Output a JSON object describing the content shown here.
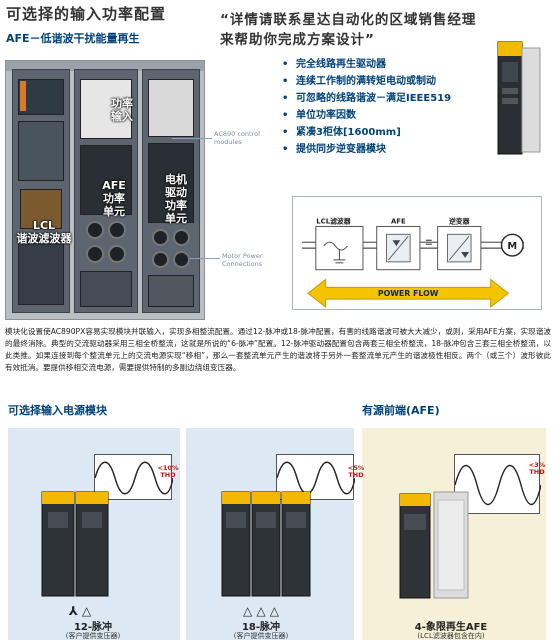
{
  "page": {
    "title": "可选择的输入功率配置",
    "afe_subtitle": "AFE－低谐波干扰能量再生",
    "quote": "“详情请联系星达自动化的区域销售经理来帮助你完成方案设计”"
  },
  "cabinet": {
    "labels": {
      "power_input": "功率\n输入",
      "afe_unit": "AFE\n功率\n单元",
      "motor_drive_unit": "电机\n驱动\n功率\n单元",
      "lcl_filter": "LCL\n谐波滤波器"
    },
    "annotations": {
      "ac890_modules": "AC890 control\nmodules",
      "motor_power": "Motor Power\nConnections"
    }
  },
  "features": [
    "完全线路再生驱动器",
    "连续工作制的满转矩电动或制动",
    "可忽略的线路谐波－满足IEEE519",
    "单位功率因数",
    "紧凑3柜体[1600mm]",
    "提供同步逆变器模块"
  ],
  "diagram": {
    "lcl_label": "LCL滤波器",
    "afe_label": "AFE",
    "inverter_label": "逆变器",
    "motor_label": "M",
    "flow_label": "POWER FLOW"
  },
  "paragraph": "模块化设置使AC890PX容易实现模块并联输入，实现多相整流配置。通过12-脉冲或18-脉冲配置，有害的线路谐波可被大大减少，或则，采用AFE方案，实现谐波的最终消除。典型的交流驱动器采用三相全桥整流，这就是所说的“6-脉冲”配置。12-脉冲驱动器配置包含两套三相全桥整流，18-脉冲包含三套三相全桥整流，以此类推。如果连接到每个整流单元上的交流电源实现“移相”，那么一套整流单元产生的谐波将于另外一套整流单元产生的谐波极性相反。两个（或三个）波形彼此有效抵消。要提供移相交流电源，需要提供特制的多副边绕组变压器。",
  "sections": {
    "selectable_input": "可选择输入电源模块",
    "afe_section": "有源前端(AFE)"
  },
  "options": [
    {
      "id": "12pulse",
      "thd_value": "<10%",
      "thd_label": "THD",
      "caption": "12-脉冲",
      "sub": "(客户提供变压器)",
      "transformer_symbol": "⅄ △"
    },
    {
      "id": "18pulse",
      "thd_value": "<5%",
      "thd_label": "THD",
      "caption": "18-脉冲",
      "sub": "(客户提供变压器)",
      "transformer_symbol": "△ △ △"
    },
    {
      "id": "afe",
      "thd_value": "<3%",
      "thd_label": "THD",
      "caption": "4-象限再生AFE",
      "sub": "(LCL滤波器包含在内)"
    }
  ],
  "colors": {
    "brand_blue": "#00427a",
    "thd_red": "#d01010",
    "panel_blue": "#dce8f4",
    "panel_yellow": "#f6f0d8",
    "drive_yellow": "#f2b900"
  }
}
